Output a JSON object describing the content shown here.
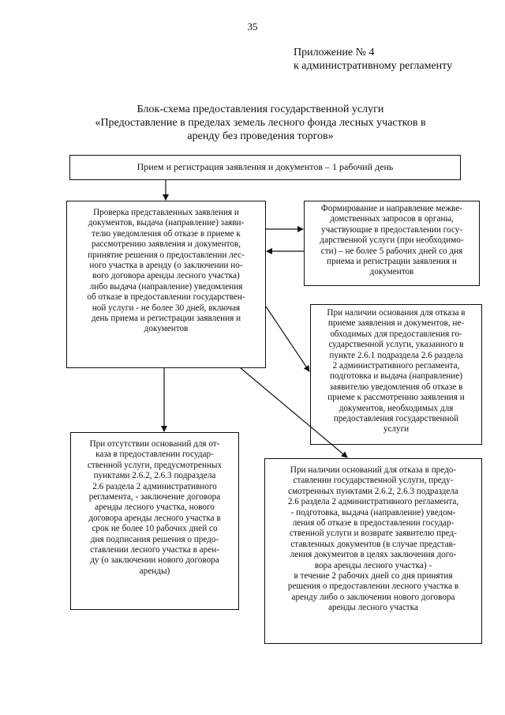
{
  "page": {
    "number": "35",
    "appendix_line1": "Приложение № 4",
    "appendix_line2": "к  административному   регламенту"
  },
  "title": {
    "line1": "Блок-схема предоставления государственной услуги",
    "line2": "«Предоставление в пределах земель лесного фонда лесных участков в",
    "line3": "аренду без проведения торгов»"
  },
  "boxes": {
    "intake": "Прием и регистрация заявления и документов –  1 рабочий день",
    "review": "Проверка представленных заявления и\nдокументов, выдача (направление) заяви-\nтелю уведомления об отказе в приеме к\nрассмотрению заявления и документов,\nпринятие решения о предоставлении лес-\nного участка в аренду (о заключении но-\nвого договора аренды лесного участка)\nлибо выдача (направление) уведомления\nоб отказе в предоставлении государствен-\nной услуги - не более 30 дней, включая\nдень приема и регистрации заявления и\nдокументов",
    "interagency": "Формирование и направление межве-\nдомственных запросов в органы,\nучаствующие в предоставлении госу-\nдарственной услуги (при необходимо-\nсти) – не более 5 рабочих дней со дня\nприема и регистрации заявления и\nдокументов",
    "intake_refusal": "При наличии основания для отказа в\nприеме заявления и документов, не-\nобходимых для предоставления го-\nсударственной услуги, указанного в\nпункте 2.6.1 подраздела 2.6 раздела\n2 административного регламента,\nподготовка и выдача (направление)\nзаявителю уведомления об отказе в\nприеме к рассмотрению заявления и\nдокументов, необходимых для\nпредоставления государственной\nуслуги",
    "approval": "При отсутствии оснований для от-\nказа в предоставлении государ-\nственной услуги, предусмотренных\nпунктами 2.6.2, 2.6.3 подраздела\n2.6 раздела 2 административного\nрегламента,  - заключение договора\nаренды лесного участка, нового\nдоговора аренды лесного участка в\nсрок не более 10 рабочих дней со\nдня подписания решения о предо-\nставлении лесного участка в арен-\nду (о заключении нового договора\nаренды)",
    "service_refusal": "При наличии оснований для отказа в предо-\nставлении государственной услуги, преду-\nсмотренных пунктами 2.6.2, 2.6.3 подраздела\n2.6 раздела 2 административного регламента,\n- подготовка, выдача (направление) уведом-\nления об отказе в предоставлении государ-\nственной услуги и возврате заявителю пред-\nставленных документов (в случае представ-\nления документов в целях заключения дого-\nвора аренды лесного участка) -\nв течение 2 рабочих дней со дня принятия\nрешения о предоставлении лесного участка в\nаренду либо о заключении нового договора\nаренды лесного участка"
  },
  "colors": {
    "ink": "#111111",
    "paper": "#ffffff"
  }
}
